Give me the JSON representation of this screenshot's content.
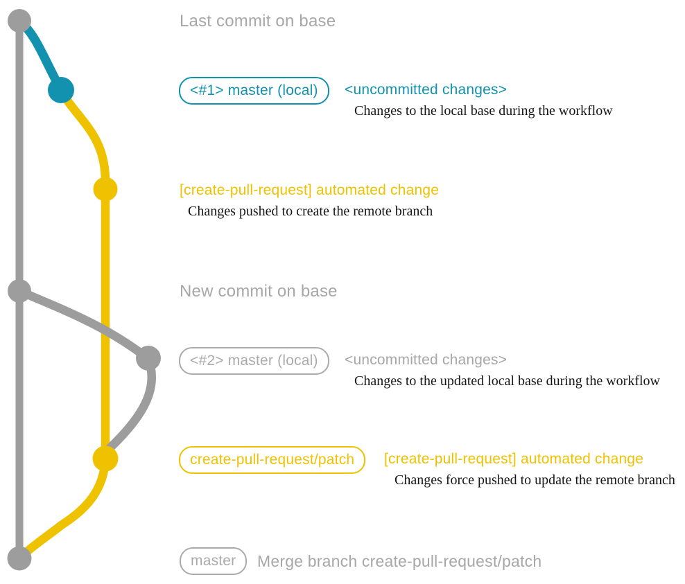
{
  "colors": {
    "teal": "#1292ae",
    "yellow": "#efc200",
    "gray_line": "#9d9d9d",
    "gray_text": "#a7a7a7",
    "gray_box": "#ababab",
    "description_text": "#161616",
    "background": "#ffffff"
  },
  "captions": {
    "last_commit_on_base": "Last commit on base",
    "new_commit_on_base": "New commit on base"
  },
  "rows": {
    "r1": {
      "box": "<#1> master (local)",
      "annotation": "<uncommitted changes>",
      "description": "Changes to the local base during the workflow"
    },
    "r2": {
      "annotation": "[create-pull-request] automated change",
      "description": "Changes pushed to create the remote branch"
    },
    "r3": {
      "box": "<#2> master (local)",
      "annotation": "<uncommitted changes>",
      "description": "Changes to the updated local base during the workflow"
    },
    "r4": {
      "box": "create-pull-request/patch",
      "annotation": "[create-pull-request] automated change",
      "description": "Changes force pushed to update the remote branch"
    },
    "r5": {
      "box": "master",
      "annotation": "Merge branch create-pull-request/patch"
    }
  },
  "graph": {
    "branches": [
      "base",
      "master (local)",
      "create-pull-request/patch"
    ],
    "commit_count": 7
  }
}
